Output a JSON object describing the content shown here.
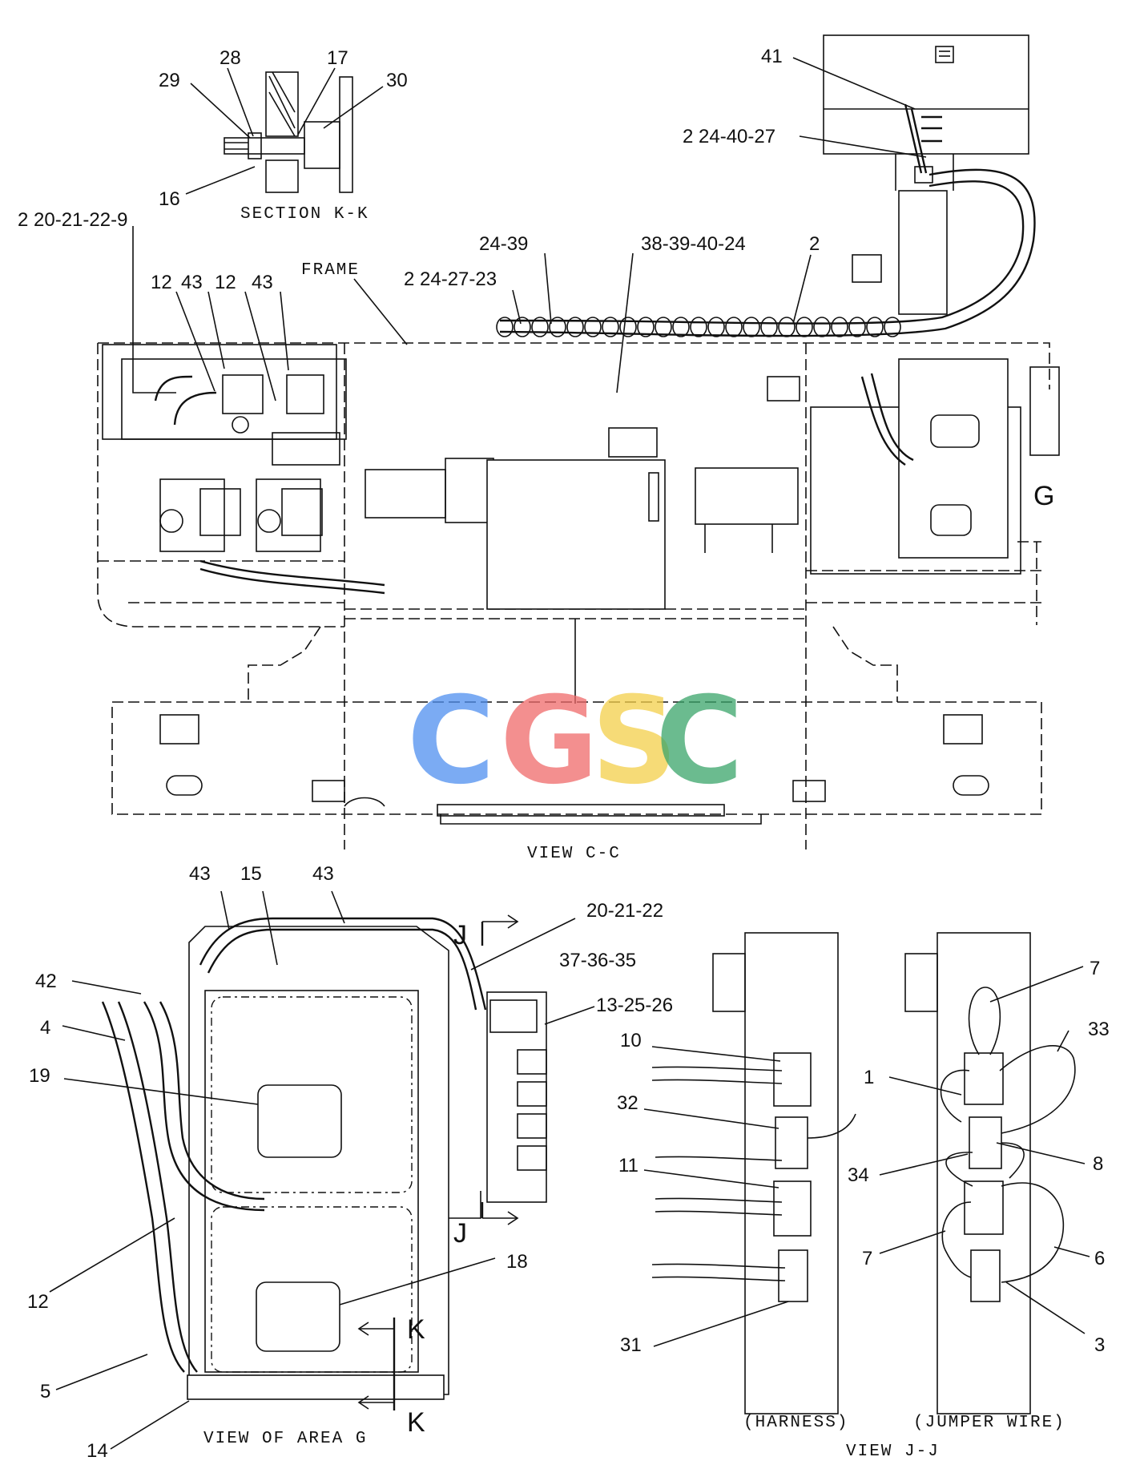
{
  "watermark": {
    "letters": [
      "C",
      "G",
      "S",
      "C"
    ],
    "colors": [
      "#4f8ff0",
      "#ef6a6a",
      "#f4d04a",
      "#3aa56a"
    ]
  },
  "section_kk": {
    "title": "SECTION K-K",
    "callouts": [
      "28",
      "17",
      "29",
      "30",
      "16"
    ]
  },
  "view_cc": {
    "title": "VIEW C-C",
    "frame_label": "FRAME",
    "area_letter": "G",
    "callouts": [
      "41",
      "2 24-40-27",
      "2 20-21-22-9",
      "24-39",
      "38-39-40-24",
      "2",
      "2 24-27-23",
      "12",
      "43",
      "12",
      "43"
    ]
  },
  "view_area_g": {
    "title": "VIEW OF AREA G",
    "section_letters": [
      "J",
      "J",
      "K",
      "K"
    ],
    "callouts": [
      "43",
      "15",
      "43",
      "20-21-22",
      "37-36-35",
      "42",
      "13-25-26",
      "4",
      "19",
      "12",
      "18",
      "5",
      "14"
    ]
  },
  "view_jj": {
    "title": "VIEW J-J",
    "harness_label": "(HARNESS)",
    "jumper_label": "(JUMPER WIRE)",
    "callouts": [
      "10",
      "32",
      "11",
      "31",
      "7",
      "33",
      "1",
      "8",
      "34",
      "7",
      "6",
      "3"
    ]
  }
}
